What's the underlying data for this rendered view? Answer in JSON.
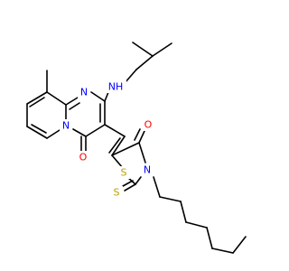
{
  "atom_labels": {
    "n1": "N",
    "n2": "N",
    "nh": "NH",
    "o1": "O",
    "o2": "O",
    "s1": "S",
    "s2": "S",
    "n3": "N"
  },
  "colors": {
    "N": "#0000ff",
    "O": "#ff0000",
    "S": "#b8a000"
  }
}
